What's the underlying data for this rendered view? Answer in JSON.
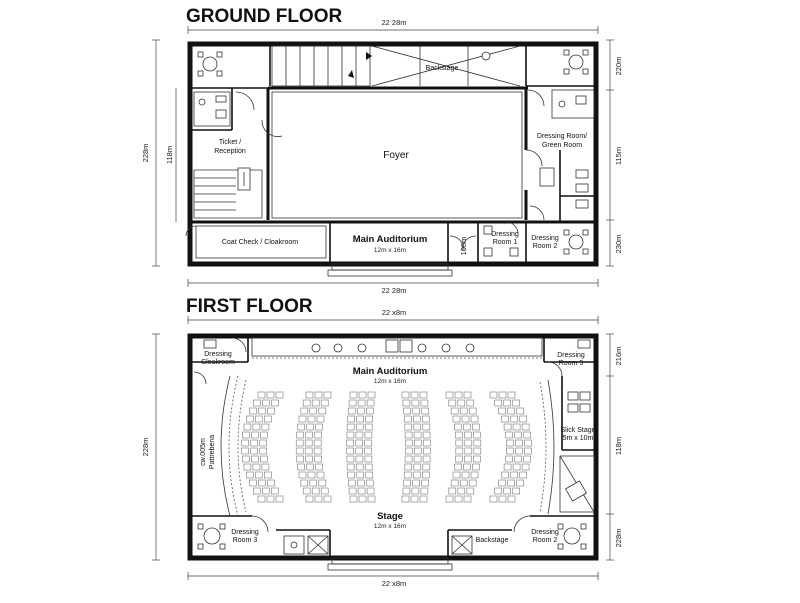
{
  "ground_floor": {
    "title": "GROUND FLOOR",
    "dim_top": "22 28m",
    "dim_bottom": "22 28m",
    "dim_left": "228m",
    "dim_left_inner": "118m",
    "dim_right_1": "220m",
    "dim_right_2": "115m",
    "dim_right_3": "230m",
    "rooms": {
      "backstage": "Backstage",
      "ticket_line1": "Ticket /",
      "ticket_line2": "Reception",
      "foyer": "Foyer",
      "dressing_green_line1": "Dressing Room/",
      "dressing_green_line2": "Green Room",
      "coat_check": "Coat Check / Cloakroom",
      "main_auditorium": "Main Auditorium",
      "main_auditorium_size": "12m x 16m",
      "corridor_dim": "108m",
      "dressing_1_line1": "Dressing",
      "dressing_1_line2": "Room 1",
      "dressing_2_line1": "Dressing",
      "dressing_2_line2": "Room 2"
    }
  },
  "first_floor": {
    "title": "FIRST FLOOR",
    "dim_top": "22 x8m",
    "dim_bottom": "22 x8m",
    "dim_left": "228m",
    "dim_right_1": "216m",
    "dim_right_2": "118m",
    "dim_right_3": "228m",
    "rooms": {
      "dressing_cloak_line1": "Dressing",
      "dressing_cloak_line2": "Cloakroom",
      "main_auditorium": "Main Auditorium",
      "main_auditorium_size": "12m x 16m",
      "dressing_5_line1": "Dressing",
      "dressing_5_line2": "Room 5",
      "slick_stage_line1": "Slick Stage",
      "slick_stage_line2": "5m x 10m",
      "side_line1": "cw.005m",
      "side_line2": "Pattrebena",
      "stage": "Stage",
      "stage_size": "12m x 16m",
      "dressing_3_line1": "Dressing",
      "dressing_3_line2": "Room 3",
      "backstage": "Backstage",
      "dressing_2_line1": "Dressing",
      "dressing_2_line2": "Room 2"
    }
  }
}
